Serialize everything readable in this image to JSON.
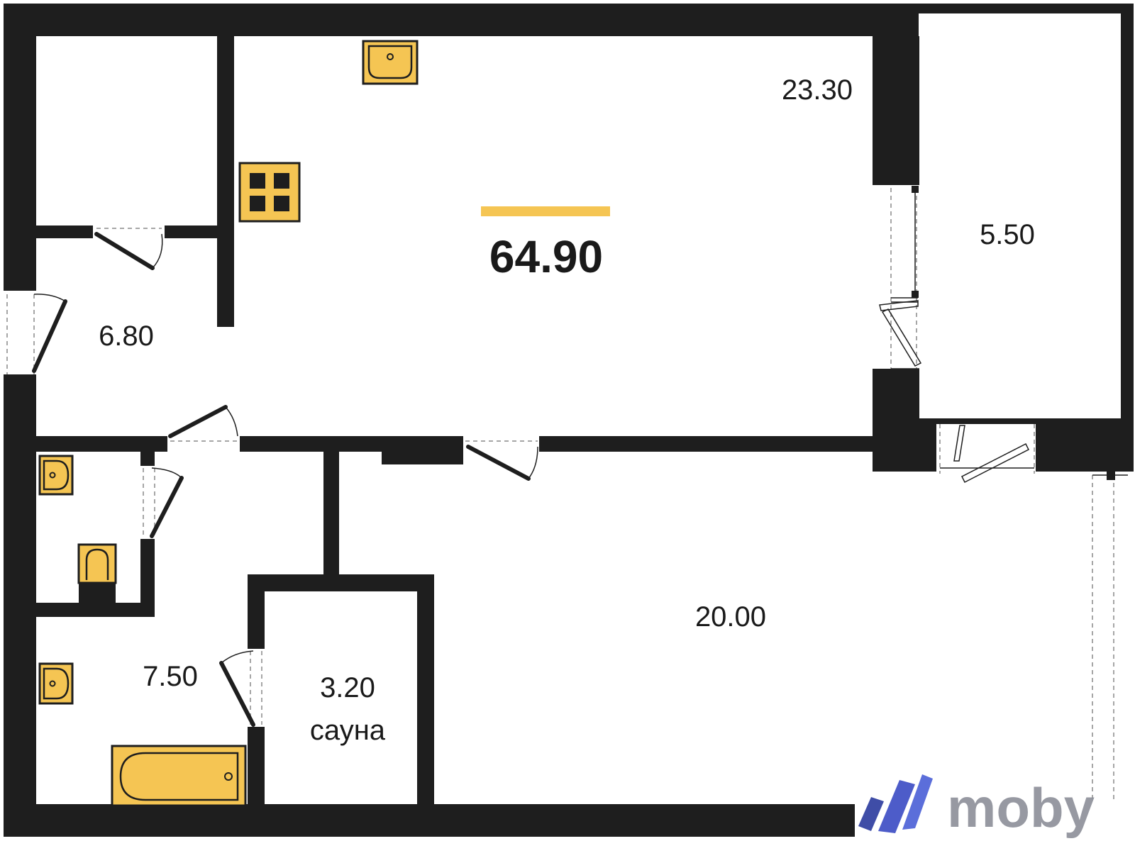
{
  "plan": {
    "total_area": "64.90",
    "accent_color": "#f5c553",
    "wall_color": "#1e1e1e",
    "rooms": {
      "living": "23.30",
      "balcony": "5.50",
      "hall": "6.80",
      "bedroom": "20.00",
      "bathroom": "7.50",
      "sauna": "3.20",
      "sauna_label": "сауна"
    }
  },
  "brand": {
    "name": "moby",
    "colors": [
      "#2b3a9e",
      "#4a5fd6",
      "#9aa0b5"
    ]
  }
}
